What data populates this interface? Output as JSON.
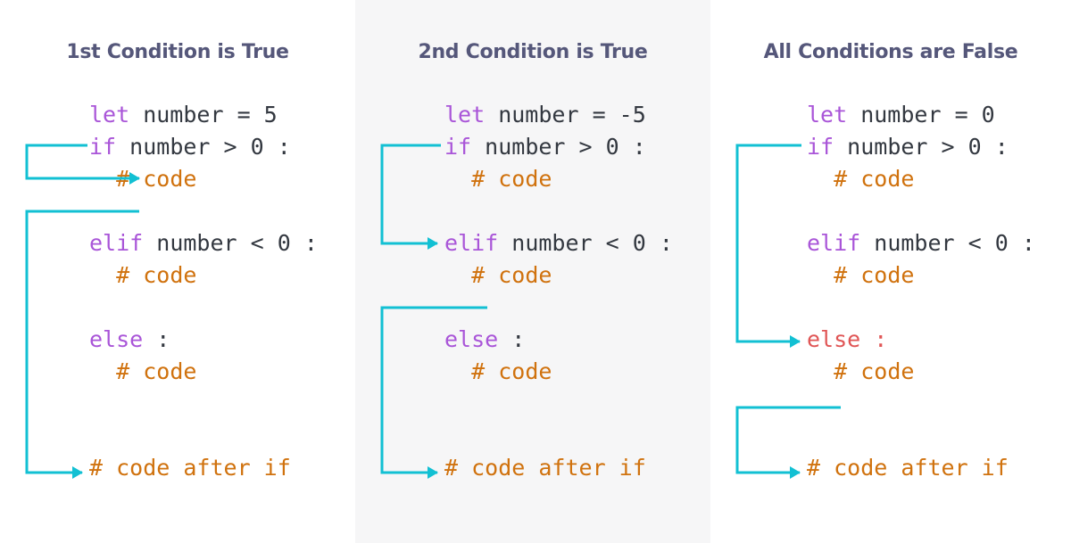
{
  "colors": {
    "keyword": "#a955d8",
    "comment": "#d0720e",
    "highlight": "#e05555",
    "arrow": "#12c0d3",
    "title": "#55577a",
    "text": "#333840",
    "middle_panel_bg": "#f6f6f7"
  },
  "panels": [
    {
      "title": "1st Condition is True",
      "code": {
        "let_kw": "let",
        "let_rest": " number = 5",
        "if_kw": "if",
        "if_rest": " number > 0 :",
        "if_body": "# code",
        "elif_kw": "elif",
        "elif_rest": " number < 0 :",
        "elif_body": "# code",
        "else_kw": "else",
        "else_rest": " :",
        "else_body": "# code",
        "after": "# code after if"
      }
    },
    {
      "title": "2nd Condition is True",
      "code": {
        "let_kw": "let",
        "let_rest": " number = -5",
        "if_kw": "if",
        "if_rest": " number > 0 :",
        "if_body": "# code",
        "elif_kw": "elif",
        "elif_rest": " number < 0 :",
        "elif_body": "# code",
        "else_kw": "else",
        "else_rest": " :",
        "else_body": "# code",
        "after": "# code after if"
      }
    },
    {
      "title": "All Conditions are False",
      "code": {
        "let_kw": "let",
        "let_rest": " number = 0",
        "if_kw": "if",
        "if_rest": " number > 0 :",
        "if_body": "# code",
        "elif_kw": "elif",
        "elif_rest": " number < 0 :",
        "elif_body": "# code",
        "else_kw": "else",
        "else_rest": " :",
        "else_body": "# code",
        "after": "# code after if"
      }
    }
  ]
}
